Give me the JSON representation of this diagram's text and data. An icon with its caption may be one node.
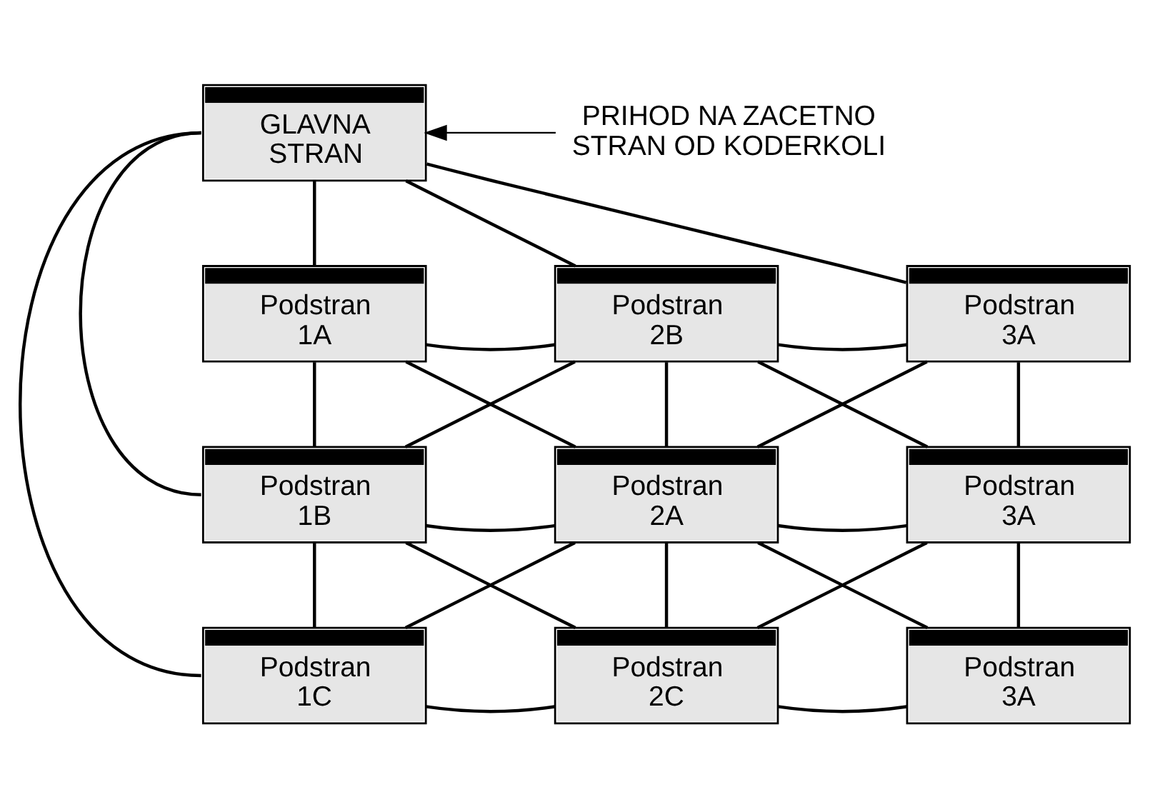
{
  "diagram": {
    "nodes": [
      {
        "text": [
          "GLAVNA STRAN"
        ]
      },
      {
        "text": [
          "PRIHOD NA ZACETNO STRAN OD KODERKOLI"
        ]
      },
      {
        "text": [
          "Podstran 1A"
        ]
      },
      {
        "text": [
          "Podstran 2B"
        ]
      },
      {
        "text": [
          "Podstran 3A"
        ]
      },
      {
        "text": [
          "Podstran 1B"
        ]
      },
      {
        "text": [
          "Podstran 2A"
        ]
      },
      {
        "text": [
          "Podstran 3A"
        ]
      },
      {
        "text": [
          "Podstran 1C"
        ]
      },
      {
        "text": [
          "Podstran 2C"
        ]
      },
      {
        "text": [
          "Podstran 3A"
        ]
      }
    ],
    "edges": [
      {
        "from": 1,
        "to": 0,
        "arrow": "to"
      },
      {
        "from": 0,
        "to": 2,
        "arrow": "none"
      },
      {
        "from": 0,
        "to": 3,
        "arrow": "none"
      },
      {
        "from": 0,
        "to": 4,
        "arrow": "none"
      },
      {
        "from": 0,
        "to": 5,
        "arrow": "none"
      },
      {
        "from": 0,
        "to": 8,
        "arrow": "none"
      },
      {
        "from": 2,
        "to": 3,
        "arrow": "none"
      },
      {
        "from": 3,
        "to": 4,
        "arrow": "none"
      },
      {
        "from": 5,
        "to": 6,
        "arrow": "none"
      },
      {
        "from": 6,
        "to": 7,
        "arrow": "none"
      },
      {
        "from": 8,
        "to": 9,
        "arrow": "none"
      },
      {
        "from": 9,
        "to": 10,
        "arrow": "none"
      },
      {
        "from": 2,
        "to": 5,
        "arrow": "none"
      },
      {
        "from": 3,
        "to": 6,
        "arrow": "none"
      },
      {
        "from": 4,
        "to": 7,
        "arrow": "none"
      },
      {
        "from": 5,
        "to": 8,
        "arrow": "none"
      },
      {
        "from": 6,
        "to": 9,
        "arrow": "none"
      },
      {
        "from": 7,
        "to": 10,
        "arrow": "none"
      },
      {
        "from": 2,
        "to": 6,
        "arrow": "none"
      },
      {
        "from": 3,
        "to": 5,
        "arrow": "none"
      },
      {
        "from": 3,
        "to": 7,
        "arrow": "none"
      },
      {
        "from": 4,
        "to": 6,
        "arrow": "none"
      },
      {
        "from": 5,
        "to": 9,
        "arrow": "none"
      },
      {
        "from": 6,
        "to": 8,
        "arrow": "none"
      },
      {
        "from": 6,
        "to": 10,
        "arrow": "none"
      },
      {
        "from": 7,
        "to": 9,
        "arrow": "none"
      }
    ]
  }
}
